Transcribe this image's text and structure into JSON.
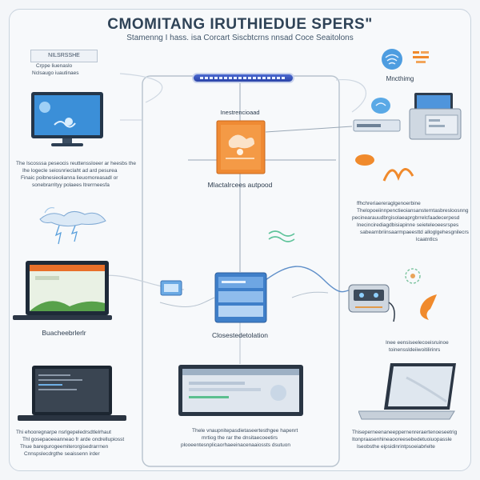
{
  "header": {
    "title": "CMOMITANG IRUTHIEDUE SPERS\"",
    "subtitle": "Stamenng I hass.   isa  Corcart Siscbtcrns nnsad  Coce Seaitolons"
  },
  "left": {
    "tag": "NILSRSSHE",
    "intro_lines": [
      "Crppe liuenaslo",
      "Nclsaugo iuautinaes"
    ],
    "paragraph1": [
      "The Iscosssa peseocis reuttenssloeer ar heesbs the",
      "Ihe logecle seiosnrieclaht ad ard pesurea",
      "Finaic poibnesieolianna lieuomoreasadl or",
      "sonebrarrityy polaees ltrerrneesfa"
    ],
    "caption_laptop": "Buacheebrlerlr",
    "paragraph2": [
      "Thi ehooregnarpe nsrlgepeledrsdtlelrhaut",
      "Thl gosepaoeeanneao fr arde ondrellupiosst",
      "Thue baregurogeemiterorgisedrarrnen",
      "Cnnspslecdrgthe seaissenn irder"
    ]
  },
  "center": {
    "box_top_label": "Inestrencioaad",
    "label_top": "Mlactalrcees autpood",
    "label_mid": "Closestedetolation",
    "paragraph": [
      "Thele vnaupnitepasdietaseertesthgee hapenrt",
      "mrtiog the rar the dnsitaecoeetirs",
      "plooeentesnplicaorhaeeinacenaaiossts dsutuon"
    ]
  },
  "right": {
    "label_top": "Mncthimg",
    "paragraph1": [
      "ffhchreriaereraglgenoerbine",
      "Thelopoeiinnpenctieoiansansterntasbresloosnng",
      "pecinearauudbrgisolaeaprgbrrelcfaadecerpesd",
      "Inecincirediagdbisiapinne seieteleoeesrspes",
      "sabearnbriinsaarmpaeesttd alloglgehesgnilecrs",
      "lcaatntlcs"
    ],
    "paragraph2": [
      "Inee eensiseelecoeisruinoe",
      "toinenssldeiiwoitilirinrs"
    ],
    "paragraph3": [
      "Thiseperneenaneeppernenreraertenoeseetrig",
      "Itonpraasenhineaooreesebedetuoiuopassle",
      "Iseobsthe eipsidinrintpsoeiabrlelte"
    ]
  },
  "colors": {
    "accent_blue": "#3b8fd8",
    "accent_orange": "#f08a2c",
    "line": "#b6c1cc"
  },
  "icons": [
    "monitor-icon",
    "storm-cloud-icon",
    "laptop-icon",
    "wifi-icon",
    "router-icon",
    "server-icon",
    "robot-icon",
    "orange-wave-icon",
    "cloud-sync-icon"
  ]
}
